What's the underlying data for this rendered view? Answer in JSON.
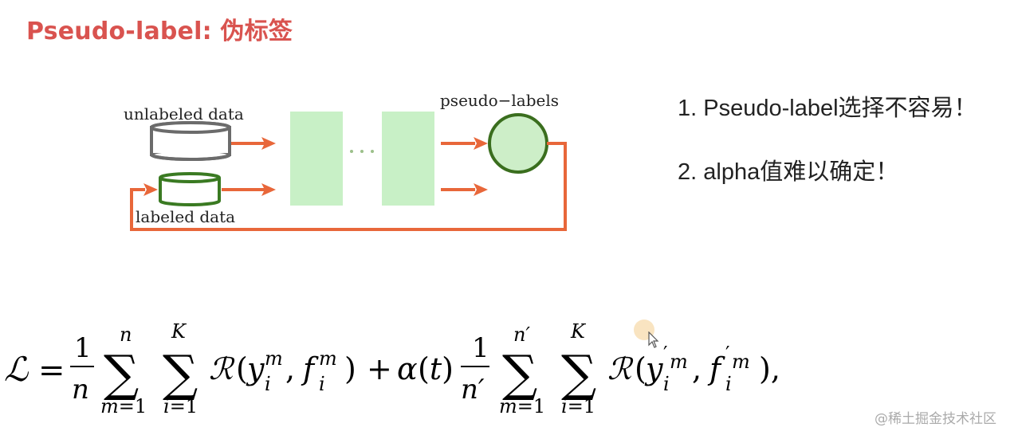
{
  "title": "Pseudo-label: 伪标签",
  "diagram": {
    "unlabeled_label": "unlabeled data",
    "labeled_label": "labeled data",
    "pseudo_label": "pseudo−labels",
    "ellipsis": "· · ·",
    "colors": {
      "arrow": "#e8673a",
      "layer": "#c8f0c6",
      "labeled_db": "#3a7a22",
      "unlabeled_db": "#6b6b6b",
      "circle_fill": "#cdeec8",
      "circle_stroke": "#3a6e1e",
      "dots": "#9cc08a"
    }
  },
  "notes": {
    "item1": "1. Pseudo-label选择不容易！",
    "item2": "2. alpha值难以确定！"
  },
  "watermark": "@稀土掘金技术社区"
}
